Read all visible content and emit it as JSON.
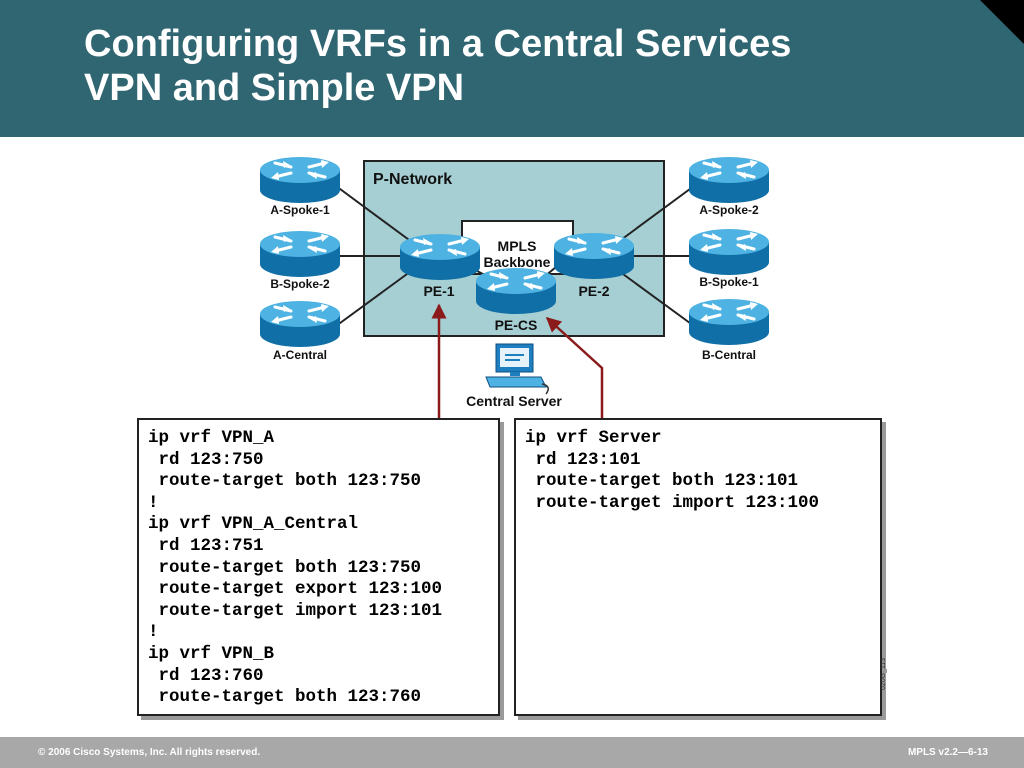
{
  "slide": {
    "title_line1": "Configuring VRFs in a Central Services",
    "title_line2": "VPN and Simple VPN",
    "figure_id": "020G_113",
    "copyright": "© 2006 Cisco Systems, Inc. All rights reserved.",
    "slide_ref": "MPLS v2.2—6-13"
  },
  "diagram": {
    "cloud_label": "P-Network",
    "backbone_label_1": "MPLS",
    "backbone_label_2": "Backbone",
    "routers": {
      "a_spoke_1": "A-Spoke-1",
      "b_spoke_2": "B-Spoke-2",
      "a_central": "A-Central",
      "a_spoke_2": "A-Spoke-2",
      "b_spoke_1": "B-Spoke-1",
      "b_central": "B-Central",
      "pe_1": "PE-1",
      "pe_2": "PE-2",
      "pe_cs": "PE-CS"
    },
    "server_label": "Central Server",
    "colors": {
      "router": "#1e90c8",
      "cloud": "#a6cfd3",
      "arrow": "#8b1a1a",
      "header": "#2f6672"
    }
  },
  "config_left": {
    "lines": [
      "ip vrf VPN_A",
      " rd 123:750",
      " route-target both 123:750",
      "!",
      "ip vrf VPN_A_Central",
      " rd 123:751",
      " route-target both 123:750",
      " route-target export 123:100",
      " route-target import 123:101",
      "!",
      "ip vrf VPN_B",
      " rd 123:760",
      " route-target both 123:760"
    ]
  },
  "config_right": {
    "lines": [
      "ip vrf Server",
      " rd 123:101",
      " route-target both 123:101",
      " route-target import 123:100"
    ]
  }
}
